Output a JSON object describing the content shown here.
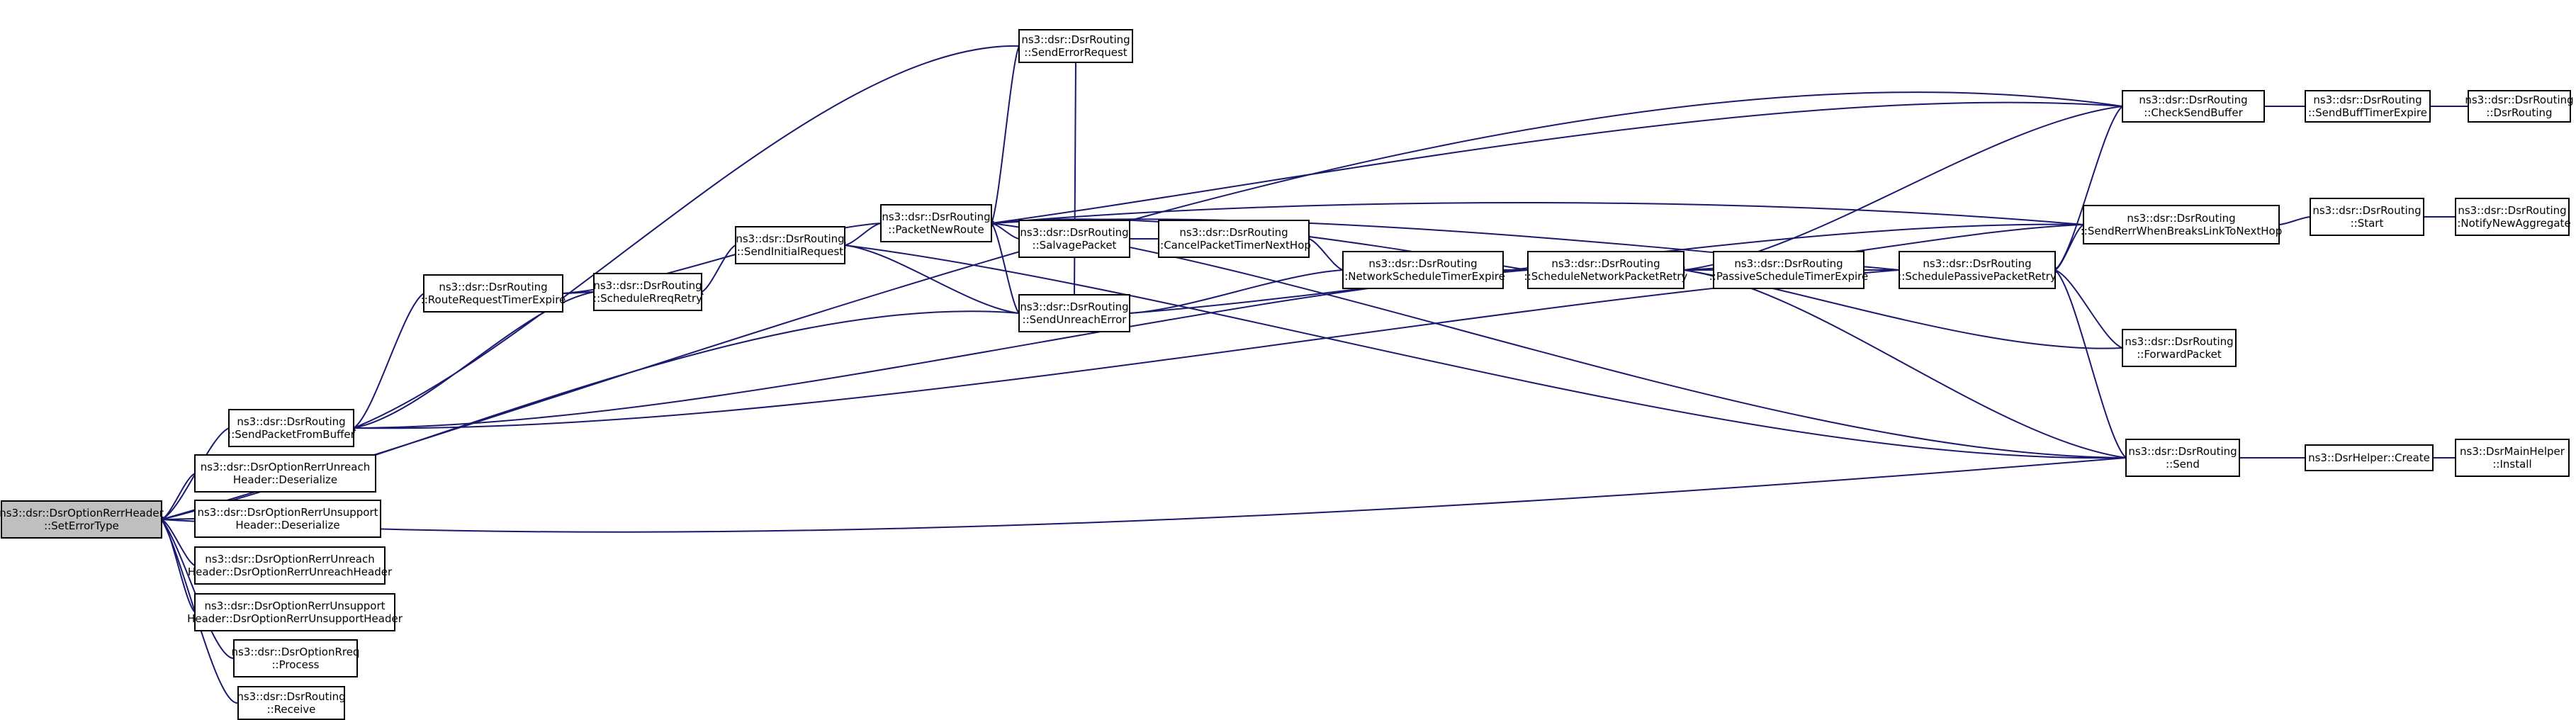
{
  "nodes": [
    {
      "id": "SetErrorType",
      "lines": [
        "ns3::dsr::DsrOptionRerrHeader",
        "::SetErrorType"
      ],
      "root": true
    },
    {
      "id": "SendPacketFromBuffer",
      "lines": [
        "ns3::dsr::DsrRouting",
        "::SendPacketFromBuffer"
      ]
    },
    {
      "id": "UnreachDeserialize",
      "lines": [
        "ns3::dsr::DsrOptionRerrUnreach",
        "Header::Deserialize"
      ]
    },
    {
      "id": "UnsupportDeserialize",
      "lines": [
        "ns3::dsr::DsrOptionRerrUnsupport",
        "Header::Deserialize"
      ]
    },
    {
      "id": "UnreachCtor",
      "lines": [
        "ns3::dsr::DsrOptionRerrUnreach",
        "Header::DsrOptionRerrUnreachHeader"
      ]
    },
    {
      "id": "UnsupportCtor",
      "lines": [
        "ns3::dsr::DsrOptionRerrUnsupport",
        "Header::DsrOptionRerrUnsupportHeader"
      ]
    },
    {
      "id": "RreqProcess",
      "lines": [
        "ns3::dsr::DsrOptionRreq",
        "::Process"
      ]
    },
    {
      "id": "Receive",
      "lines": [
        "ns3::dsr::DsrRouting",
        "::Receive"
      ]
    },
    {
      "id": "RouteRequestTimerExpire",
      "lines": [
        "ns3::dsr::DsrRouting",
        "::RouteRequestTimerExpire"
      ]
    },
    {
      "id": "ScheduleRreqRetry",
      "lines": [
        "ns3::dsr::DsrRouting",
        "::ScheduleRreqRetry"
      ]
    },
    {
      "id": "SendInitialRequest",
      "lines": [
        "ns3::dsr::DsrRouting",
        "::SendInitialRequest"
      ]
    },
    {
      "id": "PacketNewRoute",
      "lines": [
        "ns3::dsr::DsrRouting",
        "::PacketNewRoute"
      ]
    },
    {
      "id": "SendErrorRequest",
      "lines": [
        "ns3::dsr::DsrRouting",
        "::SendErrorRequest"
      ]
    },
    {
      "id": "SalvagePacket",
      "lines": [
        "ns3::dsr::DsrRouting",
        "::SalvagePacket"
      ]
    },
    {
      "id": "SendUnreachError",
      "lines": [
        "ns3::dsr::DsrRouting",
        "::SendUnreachError"
      ]
    },
    {
      "id": "CancelPacketTimerNextHop",
      "lines": [
        "ns3::dsr::DsrRouting",
        "::CancelPacketTimerNextHop"
      ]
    },
    {
      "id": "NetworkScheduleTimerExpire",
      "lines": [
        "ns3::dsr::DsrRouting",
        "::NetworkScheduleTimerExpire"
      ]
    },
    {
      "id": "ScheduleNetworkPacketRetry",
      "lines": [
        "ns3::dsr::DsrRouting",
        "::ScheduleNetworkPacketRetry"
      ]
    },
    {
      "id": "PassiveScheduleTimerExpire",
      "lines": [
        "ns3::dsr::DsrRouting",
        "::PassiveScheduleTimerExpire"
      ]
    },
    {
      "id": "SchedulePassivePacketRetry",
      "lines": [
        "ns3::dsr::DsrRouting",
        "::SchedulePassivePacketRetry"
      ]
    },
    {
      "id": "CheckSendBuffer",
      "lines": [
        "ns3::dsr::DsrRouting",
        "::CheckSendBuffer"
      ]
    },
    {
      "id": "SendRerrWhenBreaksLinkToNextHop",
      "lines": [
        "ns3::dsr::DsrRouting",
        "::SendRerrWhenBreaksLinkToNextHop"
      ]
    },
    {
      "id": "ForwardPacket",
      "lines": [
        "ns3::dsr::DsrRouting",
        "::ForwardPacket"
      ]
    },
    {
      "id": "Send",
      "lines": [
        "ns3::dsr::DsrRouting",
        "::Send"
      ]
    },
    {
      "id": "SendBuffTimerExpire",
      "lines": [
        "ns3::dsr::DsrRouting",
        "::SendBuffTimerExpire"
      ]
    },
    {
      "id": "DsrRoutingCtor",
      "lines": [
        "ns3::dsr::DsrRouting",
        "::DsrRouting"
      ]
    },
    {
      "id": "Start",
      "lines": [
        "ns3::dsr::DsrRouting",
        "::Start"
      ]
    },
    {
      "id": "NotifyNewAggregate",
      "lines": [
        "ns3::dsr::DsrRouting",
        "::NotifyNewAggregate"
      ]
    },
    {
      "id": "HelperCreate",
      "lines": [
        "ns3::DsrHelper::Create"
      ]
    },
    {
      "id": "MainHelperInstall",
      "lines": [
        "ns3::DsrMainHelper",
        "::Install"
      ]
    }
  ]
}
